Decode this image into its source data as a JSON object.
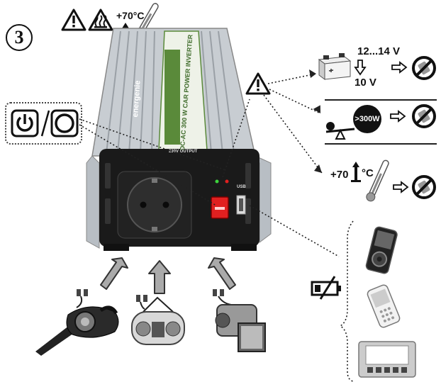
{
  "step": {
    "number": "3"
  },
  "heat_top": {
    "temp": "+70°C"
  },
  "power_icons": {
    "on_off_symbol": "power-on-off"
  },
  "inverter": {
    "brand": "energenie",
    "model_text": "DC-AC 300 W CAR POWER INVERTER",
    "output_label": "230V OUTPUT",
    "usb_label": "USB"
  },
  "warnings": {
    "battery": {
      "voltage_range": "12...14 V",
      "voltage_low": "10 V"
    },
    "load": {
      "limit": ">300W"
    },
    "temperature": {
      "temp": "+70",
      "unit": "°C"
    }
  },
  "devices": {
    "appliances": [
      "vacuum-cleaner",
      "radio-cassette",
      "video-camera"
    ],
    "usb_devices": [
      "mp3-player",
      "mobile-phone",
      "handheld-game"
    ]
  },
  "colors": {
    "switch_red": "#e02020",
    "body_silver": "#c8cdd2",
    "face_black": "#1a1a1a",
    "label_green": "#5a8a3a"
  }
}
